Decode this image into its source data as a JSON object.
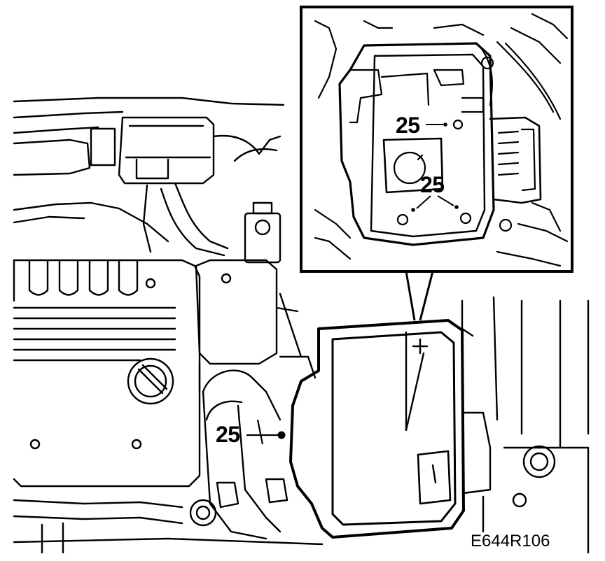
{
  "diagram": {
    "callouts": [
      {
        "id": "inset-upper",
        "label": "25"
      },
      {
        "id": "inset-lower",
        "label": "25"
      },
      {
        "id": "main",
        "label": "25"
      }
    ],
    "figure_code": "E644R106",
    "colors": {
      "ink": "#000000",
      "paper": "#ffffff"
    }
  }
}
